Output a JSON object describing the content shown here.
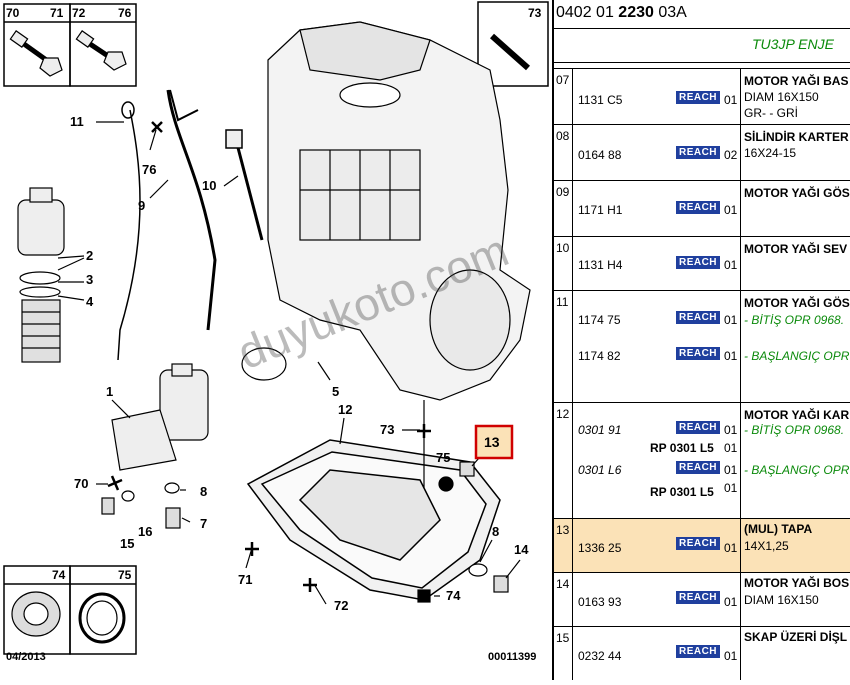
{
  "header": {
    "ref_prefix": "0402 01",
    "ref_bold": "2230",
    "ref_suffix": "03A",
    "engine": "TU3JP ENJE"
  },
  "diagram": {
    "boxes": {
      "b70": "70",
      "b71": "71",
      "b72": "72",
      "b76": "76",
      "b73": "73",
      "b74": "74",
      "b75": "75"
    },
    "callouts": {
      "c11": "11",
      "c76": "76",
      "c10": "10",
      "c9": "9",
      "c2": "2",
      "c3": "3",
      "c4": "4",
      "c1": "1",
      "c5": "5",
      "c12": "12",
      "c73": "73",
      "c13": "13",
      "c75": "75",
      "c70": "70",
      "c8a": "8",
      "c15": "15",
      "c16": "16",
      "c7": "7",
      "c71": "71",
      "c72": "72",
      "c8b": "8",
      "c14": "14",
      "c74": "74"
    },
    "date": "04/2013",
    "code": "00011399"
  },
  "watermark": "duyukoto.com",
  "parts": [
    {
      "idx": "07",
      "lines": [
        {
          "ref": "1131 C5",
          "reach": "REACH",
          "qty": "01"
        }
      ],
      "desc": [
        "MOTOR YAĞI BAS",
        "DIAM 16X150",
        "GR- - GRİ"
      ]
    },
    {
      "idx": "08",
      "lines": [
        {
          "ref": "0164 88",
          "reach": "REACH",
          "qty": "02"
        }
      ],
      "desc": [
        "SİLİNDİR KARTER",
        "16X24-15"
      ]
    },
    {
      "idx": "09",
      "lines": [
        {
          "ref": "1171 H1",
          "reach": "REACH",
          "qty": "01"
        }
      ],
      "desc": [
        "MOTOR YAĞI GÖS"
      ]
    },
    {
      "idx": "10",
      "lines": [
        {
          "ref": "1131 H4",
          "reach": "REACH",
          "qty": "01"
        }
      ],
      "desc": [
        "MOTOR YAĞI SEV"
      ]
    },
    {
      "idx": "11",
      "lines": [
        {
          "ref": "1174 75",
          "reach": "REACH",
          "qty": "01"
        },
        {
          "ref": "1174 82",
          "reach": "REACH",
          "qty": "01"
        }
      ],
      "desc": [
        "MOTOR YAĞI GÖS",
        "- BİTİŞ OPR 0968.",
        "- BAŞLANGIÇ OPR"
      ]
    },
    {
      "idx": "12",
      "lines": [
        {
          "ref": "0301 91",
          "reach": "REACH",
          "qty": "01"
        },
        {
          "rp": "RP 0301 L5",
          "qty": "01"
        },
        {
          "ref": "0301 L6",
          "reach": "REACH",
          "qty": "01"
        },
        {
          "rp": "RP 0301 L5",
          "qty": "01"
        }
      ],
      "desc": [
        "MOTOR YAĞI KAR",
        "- BİTİŞ OPR 0968.",
        "- BAŞLANGIÇ OPR"
      ]
    },
    {
      "idx": "13",
      "lines": [
        {
          "ref": "1336 25",
          "reach": "REACH",
          "qty": "01"
        }
      ],
      "desc": [
        "(MUL) TAPA",
        "14X1,25"
      ]
    },
    {
      "idx": "14",
      "lines": [
        {
          "ref": "0163 93",
          "reach": "REACH",
          "qty": "01"
        }
      ],
      "desc": [
        "MOTOR YAĞI BOS",
        "DIAM 16X150"
      ]
    },
    {
      "idx": "15",
      "lines": [
        {
          "ref": "0232 44",
          "reach": "REACH",
          "qty": "01"
        }
      ],
      "desc": [
        "SKAP ÜZERİ DİŞL"
      ]
    }
  ]
}
